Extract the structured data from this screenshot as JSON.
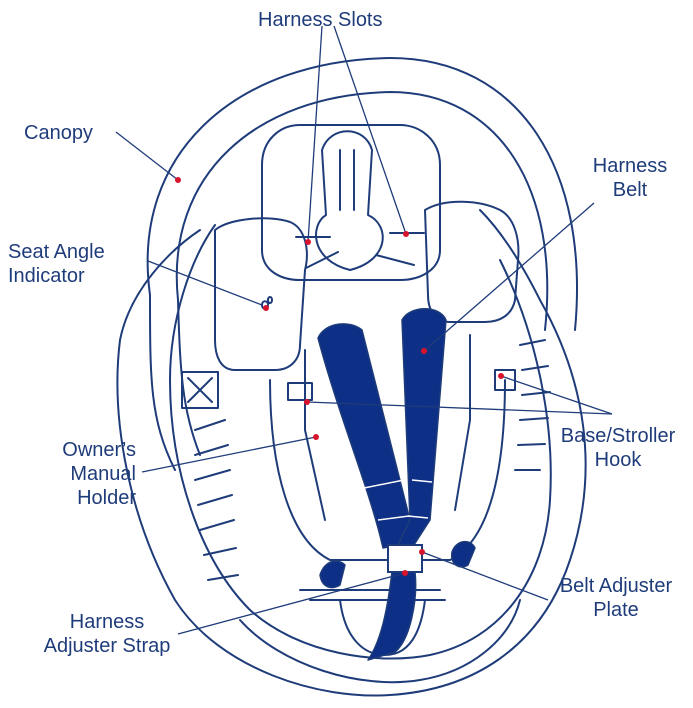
{
  "colors": {
    "line": "#1f3c7a",
    "belt_fill": "#0d2f86",
    "marker": "#d8142c",
    "text": "#1f3c7a"
  },
  "labels": {
    "harness_slots": "Harness Slots",
    "canopy": "Canopy",
    "harness_belt_1": "Harness",
    "harness_belt_2": "Belt",
    "seat_angle_1": "Seat Angle",
    "seat_angle_2": "Indicator",
    "base_stroller_1": "Base/Stroller",
    "base_stroller_2": "Hook",
    "owners_manual_1": "Owner’s",
    "owners_manual_2": "Manual",
    "owners_manual_3": "Holder",
    "belt_adjuster_1": "Belt Adjuster",
    "belt_adjuster_2": "Plate",
    "harness_adjuster_1": "Harness",
    "harness_adjuster_2": "Adjuster Strap"
  },
  "icons": {
    "seat": "infant-car-seat-illustration"
  }
}
